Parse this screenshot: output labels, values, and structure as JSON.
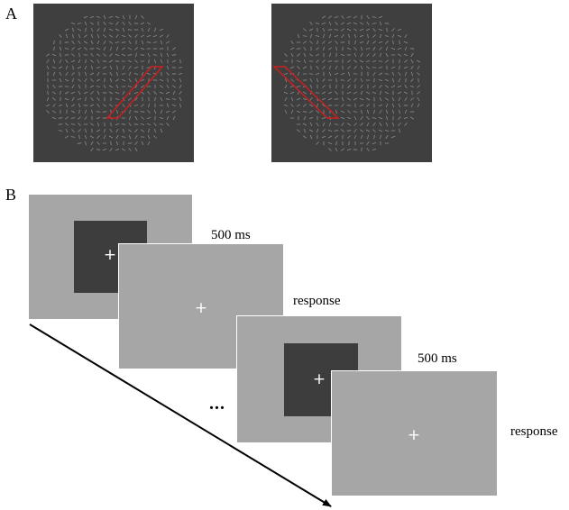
{
  "panel_a": {
    "label": "A",
    "stimuli": [
      {
        "id": "left",
        "path_orientation": "right-tilted"
      },
      {
        "id": "right",
        "path_orientation": "left-tilted"
      }
    ],
    "colors": {
      "background": "#3f3f3f",
      "elements": "#8c8c8c",
      "contour_outline": "#cc1f1f"
    }
  },
  "panel_b": {
    "label": "B",
    "fixation": "+",
    "ellipsis": "...",
    "timings": [
      "500 ms",
      "response",
      "500 ms",
      "response"
    ],
    "colors": {
      "screen": "#a6a6a6",
      "stimulus": "#3d3d3d",
      "fixation": "#ffffff",
      "arrow": "#000000"
    }
  }
}
